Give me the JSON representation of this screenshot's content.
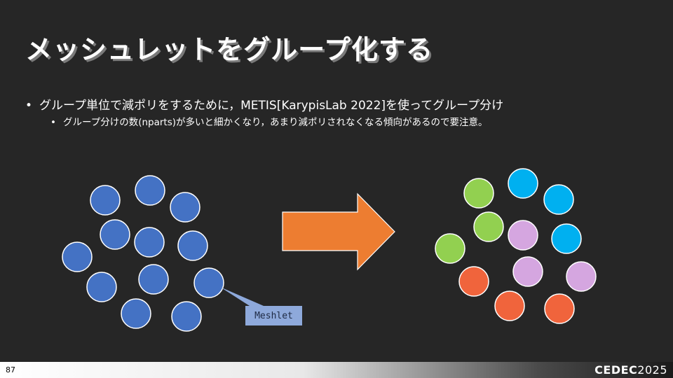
{
  "slide": {
    "title": "メッシュレットをグループ化する",
    "bullet1": "グループ単位で減ポリをするために，METIS[KarypisLab 2022]を使ってグループ分け",
    "bullet2": "グループ分けの数(nparts)が多いと細かくなり，あまり減ポリされなくなる傾向があるので要注意。",
    "callout_label": "Meshlet",
    "page_number": "87",
    "logo_text": "CEDEC",
    "logo_year": "2025"
  },
  "colors": {
    "background": "#262626",
    "meshlet_blue": "#4472c4",
    "arrow_orange": "#ed7d31",
    "group_green": "#92d050",
    "group_cyan": "#00b0f0",
    "group_violet": "#d5a6e0",
    "group_red": "#f0643c",
    "callout_fill": "#8ea9db"
  },
  "icons": {
    "bullet": "•",
    "arrow": "right-arrow-shape"
  }
}
